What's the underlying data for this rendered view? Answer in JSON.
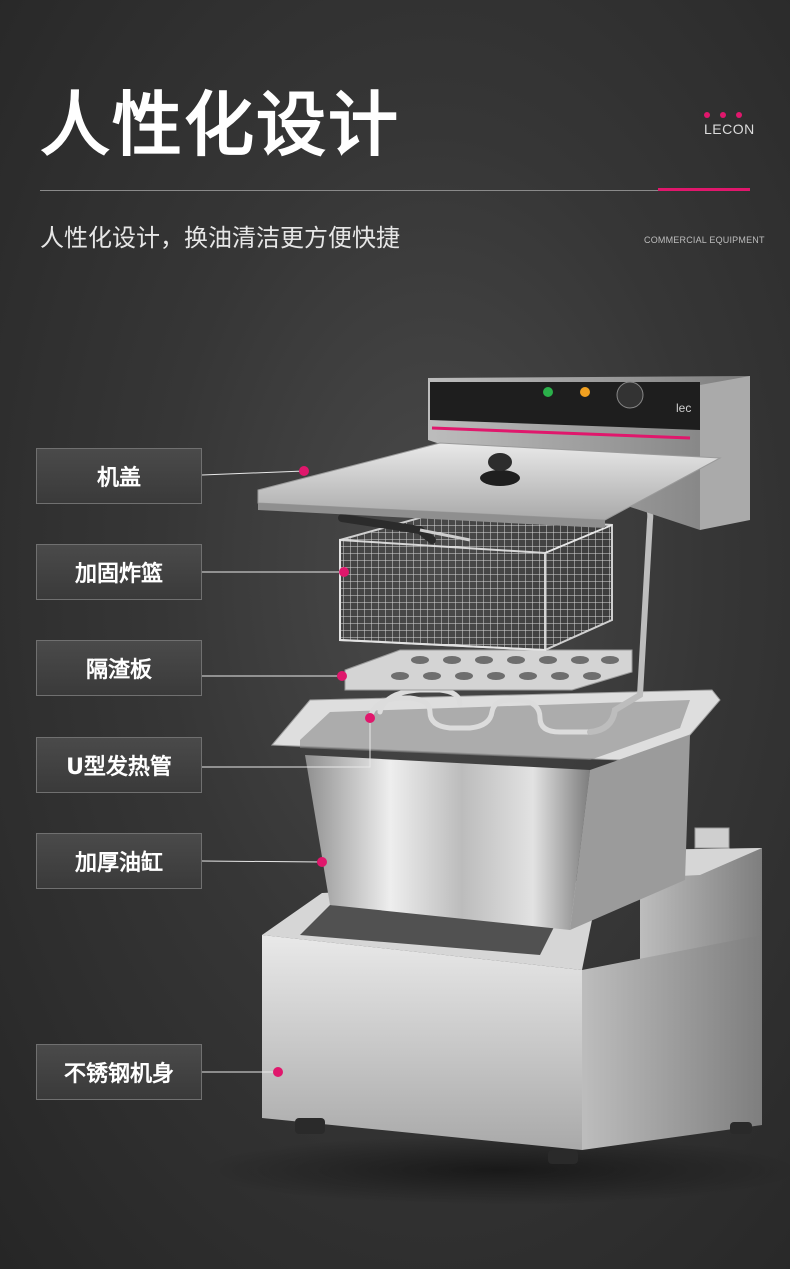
{
  "header": {
    "title": "人性化设计",
    "brand": "LECON",
    "subtitle": "人性化设计，换油清洁更方便快捷",
    "tagline": "COMMERCIAL EQUIPMENT"
  },
  "colors": {
    "accent": "#e0176c",
    "background": "#333333",
    "label_border": "#707070"
  },
  "parts": [
    {
      "id": "lid",
      "label": "机盖"
    },
    {
      "id": "basket",
      "label": "加固炸篮"
    },
    {
      "id": "filter",
      "label": "隔渣板"
    },
    {
      "id": "heating-tube",
      "label": "U型发热管"
    },
    {
      "id": "oil-tank",
      "label": "加厚油缸"
    },
    {
      "id": "body",
      "label": "不锈钢机身"
    }
  ],
  "device_text": {
    "logo": "lec"
  }
}
